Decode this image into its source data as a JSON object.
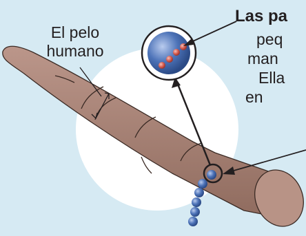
{
  "labels": {
    "hair": [
      "El pelo",
      "humano"
    ],
    "callout_title": "Las pa",
    "callout_lines": [
      "peq",
      "man",
      "Ella",
      "en"
    ]
  },
  "colors": {
    "background": "#d6eaf3",
    "highlight_circle": "#ffffff",
    "hair": "#a57f72",
    "hair_outline": "#3a2a24",
    "particle_blue": "#4d73b8",
    "particle_red": "#d65b4f",
    "arrow": "#231f20"
  }
}
